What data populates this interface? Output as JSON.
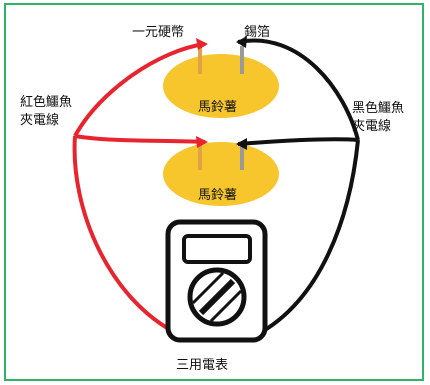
{
  "labels": {
    "coin": "一元硬幣",
    "tin": "錫箔",
    "red_clip_line1": "紅色鱷魚",
    "red_clip_line2": "夾電線",
    "black_clip_line1": "黑色鱷魚",
    "black_clip_line2": "夾電線",
    "potato_top": "馬鈴薯",
    "potato_bottom": "馬鈴薯",
    "multimeter": "三用電表"
  },
  "colors": {
    "border": "#2fb36a",
    "potato": "#f7c62c",
    "red_wire": "#e8252f",
    "black_wire": "#111111",
    "coin_strip": "#e2a24a",
    "tin_strip": "#9a9a9a"
  }
}
